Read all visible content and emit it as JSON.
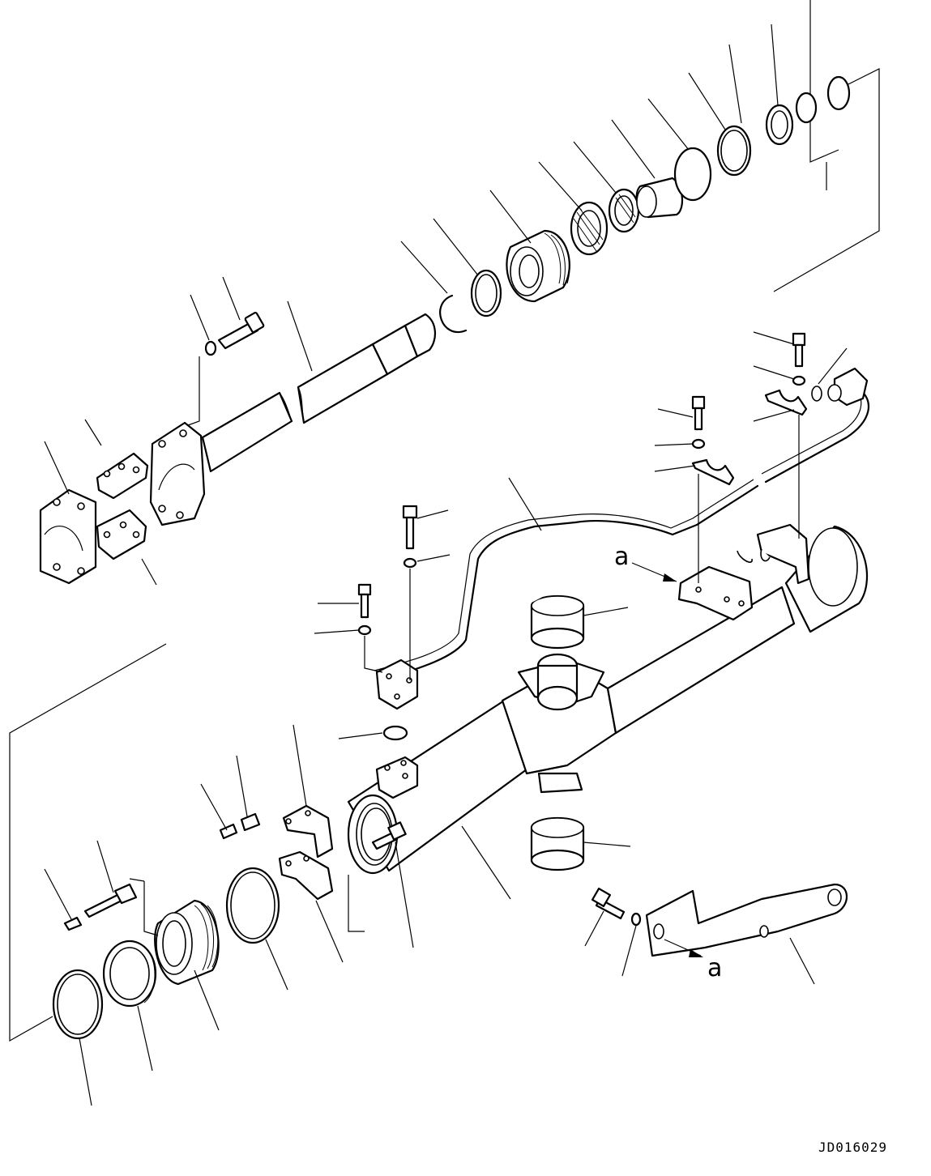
{
  "drawing": {
    "code": "JD016029",
    "view_marker_top": "a",
    "view_marker_bottom": "a"
  }
}
